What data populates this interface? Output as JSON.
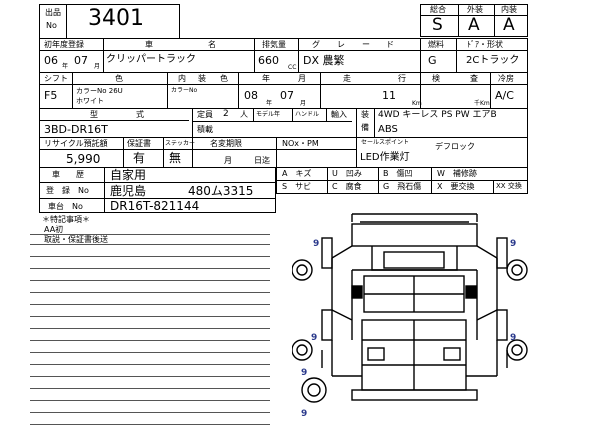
{
  "header": {
    "lot_label_1": "出品",
    "lot_label_2": "No",
    "lot_number": "3401",
    "grade_labels": [
      "総合",
      "外装",
      "内装"
    ],
    "grade_values": [
      "S",
      "A",
      "A"
    ]
  },
  "row1": {
    "labels": [
      "初年度登録",
      "車",
      "名",
      "排気量",
      "グ",
      "レ",
      "ー",
      "ド",
      "燃料",
      "ﾄﾞｱ・形状"
    ],
    "year": "06",
    "month": "07",
    "year_unit": "年",
    "month_unit": "月",
    "model": "クリッパートラック",
    "displacement": "660",
    "displacement_unit": "CC",
    "grade": "DX 農繁",
    "fuel": "G",
    "body": "2Cトラック"
  },
  "row2": {
    "labels": [
      "シフト",
      "色",
      "内",
      "装",
      "色",
      "年",
      "月",
      "走",
      "行",
      "検",
      "査",
      "冷房"
    ],
    "shift": "F5",
    "color_no": "カラーNo 26U",
    "color": "ホワイト",
    "interior_no": "カラーNo",
    "inspection_year": "08",
    "inspection_month": "07",
    "mileage": "11",
    "mileage_unit": "Km",
    "mileage_unit2": "千Km",
    "ac": "A/C"
  },
  "row3": {
    "labels": [
      "型",
      "式",
      "定員",
      "モデル年",
      "ハンドル",
      "輸入",
      "装",
      "備",
      "積載",
      "人"
    ],
    "model_code": "3BD-DR16T",
    "capacity": "2",
    "equipment_1": "4WD キーレス PS PW エアB",
    "equipment_2": "ABS"
  },
  "row4": {
    "labels": [
      "リサイクル預託額",
      "保証書",
      "ステッカー",
      "名変期限",
      "NOx・PM",
      "セールスポイント"
    ],
    "recycle": "5,990",
    "warranty": "有",
    "sticker": "無",
    "deadline_month": "月",
    "deadline_date": "日迄",
    "sales_points_1": "デフロック",
    "sales_points_2": "LED作業灯"
  },
  "history": {
    "label": "車　　歴",
    "value": "自家用",
    "reg_label": "登　録　No",
    "reg_value": "鹿児島",
    "reg_number": "480ム3315",
    "vin_label": "車台　No",
    "vin_value": "DR16T-821144"
  },
  "legend": [
    [
      "A　キズ",
      "U　凹み",
      "B　傷凹",
      "W　補修跡"
    ],
    [
      "S　サビ",
      "C　腐食",
      "G　飛石傷",
      "X　要交換",
      "XX 交換"
    ]
  ],
  "notes": {
    "title": "＊特記事項＊",
    "lines": [
      "AA初",
      "取説・保証書後送"
    ]
  },
  "diagram": {
    "tire_marks": [
      "9",
      "9",
      "9",
      "9",
      "9",
      "9"
    ]
  }
}
